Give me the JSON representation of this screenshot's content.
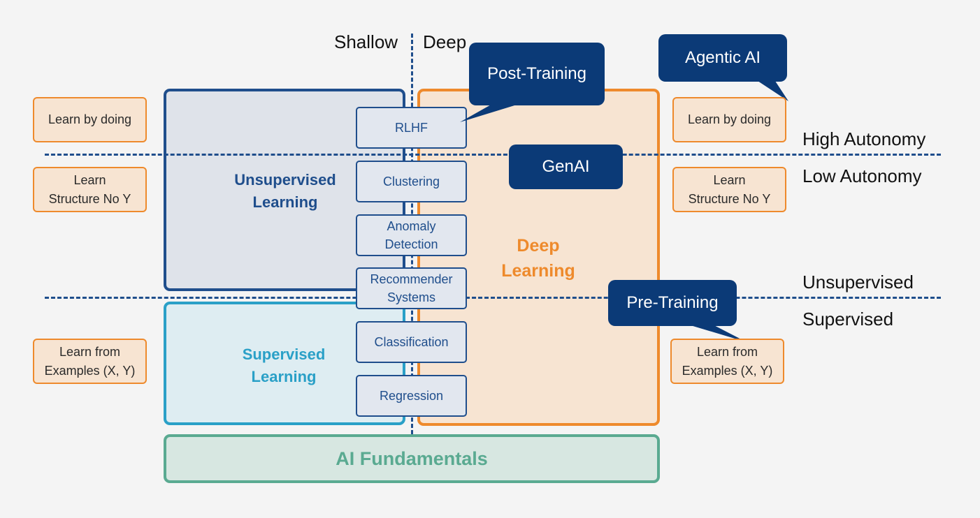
{
  "axis": {
    "shallow": "Shallow",
    "deep": "Deep",
    "high_autonomy": "High Autonomy",
    "low_autonomy": "Low Autonomy",
    "unsupervised": "Unsupervised",
    "supervised": "Supervised"
  },
  "areas": {
    "unsupervised": [
      "Unsupervised",
      "Learning"
    ],
    "supervised": [
      "Supervised",
      "Learning"
    ],
    "deep": [
      "Deep",
      "Learning"
    ],
    "fundamentals": "AI Fundamentals"
  },
  "methods": {
    "rlhf": [
      "RLHF"
    ],
    "clustering": [
      "Clustering"
    ],
    "anomaly": [
      "Anomaly",
      "Detection"
    ],
    "recommender": [
      "Recommender",
      "Systems"
    ],
    "classification": [
      "Classification"
    ],
    "regression": [
      "Regression"
    ]
  },
  "callouts": {
    "post_training": "Post-Training",
    "agentic_ai": "Agentic AI",
    "genai": "GenAI",
    "pre_training": "Pre-Training"
  },
  "cards": {
    "doing": [
      "Learn by doing"
    ],
    "structure": [
      "Learn",
      "Structure No Y"
    ],
    "examples": [
      "Learn from",
      "Examples (X, Y)"
    ]
  },
  "colors": {
    "navy": "#0b3a77",
    "dark_blue": "#1f4e8c",
    "teal": "#2aa0c7",
    "orange": "#ee8a2c",
    "green": "#5aaa91"
  }
}
